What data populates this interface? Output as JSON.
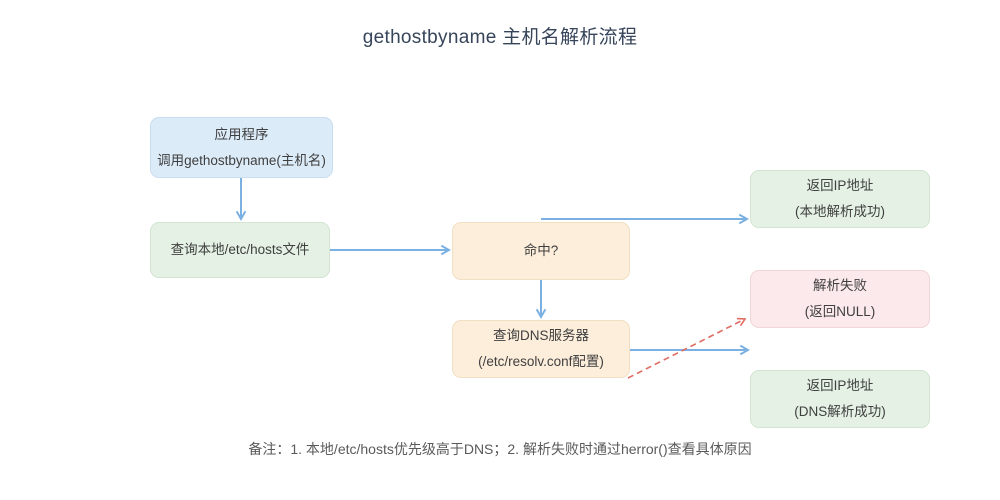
{
  "title": "gethostbyname 主机名解析流程",
  "note": "备注：1. 本地/etc/hosts优先级高于DNS；2. 解析失败时通过herror()查看具体原因",
  "nodes": {
    "app": {
      "line1": "应用程序",
      "line2": "调用gethostbyname(主机名)"
    },
    "hosts": {
      "line1": "查询本地/etc/hosts文件"
    },
    "hit": {
      "line1": "命中?"
    },
    "dns": {
      "line1": "查询DNS服务器",
      "line2": "(/etc/resolv.conf配置)"
    },
    "local_ok": {
      "line1": "返回IP地址",
      "line2": "(本地解析成功)"
    },
    "fail": {
      "line1": "解析失败",
      "line2": "(返回NULL)"
    },
    "dns_ok": {
      "line1": "返回IP地址",
      "line2": "(DNS解析成功)"
    }
  },
  "colors": {
    "arrow_blue": "#7bb1e2",
    "arrow_red": "#e06c62",
    "fill_blue": "#dcebf8",
    "edge_blue": "#c8ddf0",
    "fill_green": "#e4f1e4",
    "edge_green": "#d2e6d2",
    "fill_orange": "#fceedb",
    "edge_orange": "#f1dfc2",
    "fill_pink": "#fbe9eb",
    "edge_pink": "#f2d5d8"
  }
}
